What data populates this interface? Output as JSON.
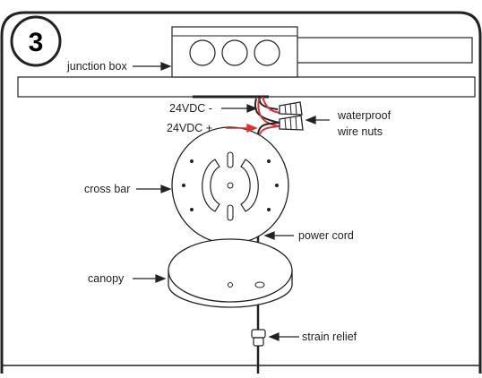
{
  "step_number": "3",
  "labels": {
    "junction_box": "junction box",
    "neg": "24VDC -",
    "pos": "24VDC +",
    "waterproof_1": "waterproof",
    "waterproof_2": "wire nuts",
    "cross_bar": "cross bar",
    "power_cord": "power cord",
    "canopy": "canopy",
    "strain_relief": "strain relief"
  },
  "colors": {
    "stroke": "#222222",
    "positive_wire": "#e03030"
  }
}
